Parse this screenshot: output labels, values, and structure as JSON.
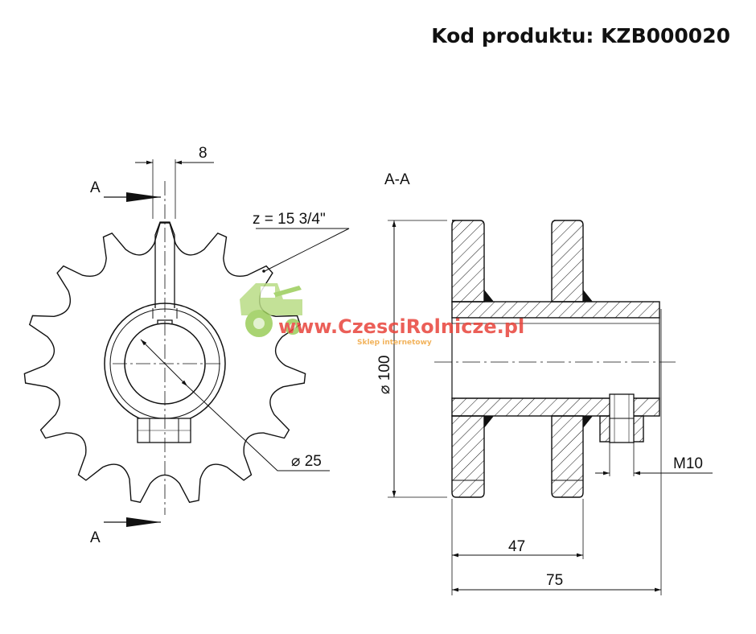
{
  "header": {
    "product_code": "Kod produktu: KZB000020"
  },
  "labels": {
    "section_top": "A",
    "section_bottom": "A",
    "section_view": "A-A"
  },
  "dimensions": {
    "key_width": "8",
    "teeth": "z = 15  3/4\"",
    "bore": "⌀ 25",
    "outer_diameter": "⌀ 100",
    "thread": "M10",
    "hub_offset": "47",
    "total_length": "75"
  },
  "watermark": {
    "url": "www.CzesciRolnicze.pl",
    "tagline": "Sklep internetowy"
  },
  "colors": {
    "line": "#111111",
    "watermark_red": "#e8443b",
    "watermark_green": "#9bcd5a",
    "watermark_orange": "#f0a640"
  },
  "icons": {
    "watermark_logo": "tractor-icon"
  }
}
